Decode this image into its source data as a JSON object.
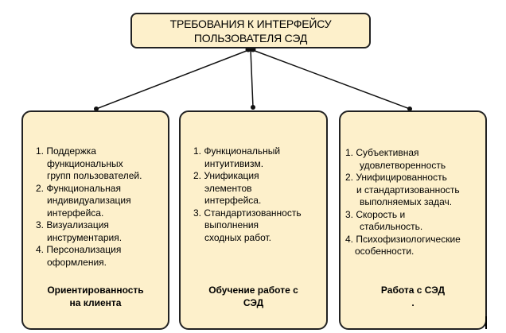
{
  "title": {
    "line1": "ТРЕБОВАНИЯ К ИНТЕРФЕЙСУ",
    "line2": "ПОЛЬЗОВАТЕЛЯ СЭД"
  },
  "cards": [
    {
      "items": [
        "1. Поддержка",
        "функциональных",
        "групп пользователей.",
        "2. Функциональная",
        "индивидуализация",
        "интерфейса.",
        "3. Визуализация",
        "инструментария.",
        "4. Персонализация",
        "оформления."
      ],
      "footer1": "Ориентированность",
      "footer2": "на клиента"
    },
    {
      "items": [
        "1. Функциональный",
        "интуитивизм.",
        "2. Унификация",
        "элементов",
        "интерфейса.",
        "3. Стандартизованность",
        "выполнения",
        "сходных работ."
      ],
      "footer1": "Обучение работе с",
      "footer2": "СЭД"
    },
    {
      "items": [
        "1. Субъективная",
        "удовлетворенность",
        "2. Унифицированность",
        "и стандартизованность",
        "выполняемых задач.",
        "3. Скорость и",
        "стабильность.",
        "4. Психофизиологические",
        "особенности."
      ],
      "footer1": "Работа с СЭД",
      "footer2": "."
    }
  ]
}
